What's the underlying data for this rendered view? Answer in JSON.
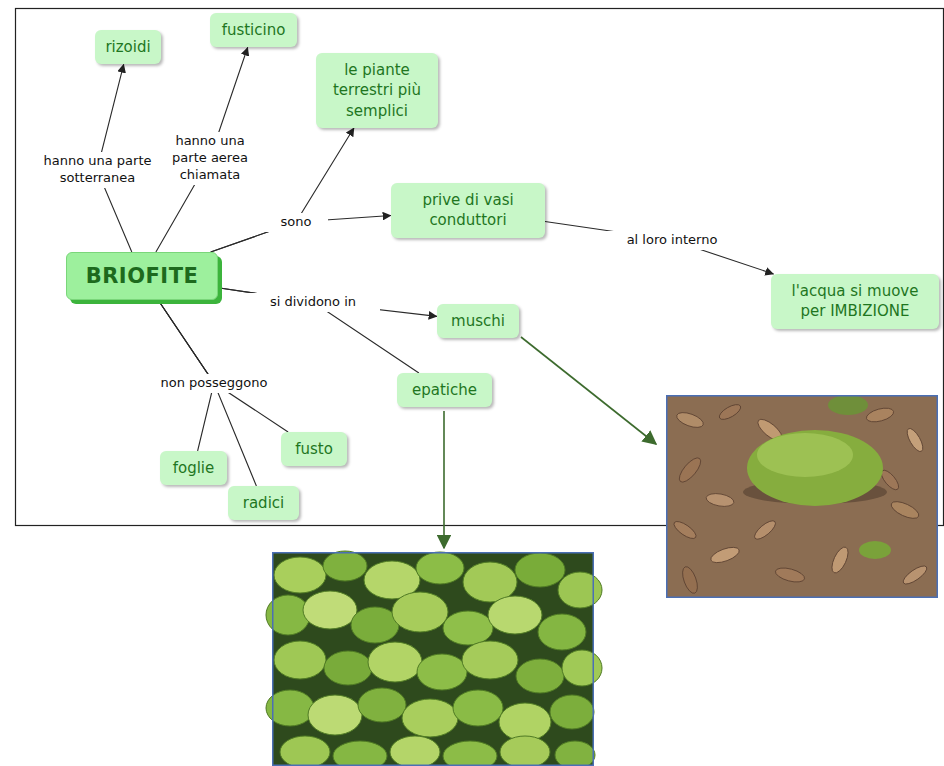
{
  "diagram": {
    "nodes": [
      {
        "text": [
          "BRIOFITE"
        ]
      },
      {
        "text": [
          "rizoidi"
        ]
      },
      {
        "text": [
          "fusticino"
        ]
      },
      {
        "text": [
          "le piante terrestri più semplici"
        ]
      },
      {
        "text": [
          "prive di vasi conduttori"
        ]
      },
      {
        "text": [
          "l'acqua si muove per IMBIZIONE"
        ]
      },
      {
        "text": [
          "muschi"
        ]
      },
      {
        "text": [
          "epatiche"
        ]
      },
      {
        "text": [
          "foglie"
        ]
      },
      {
        "text": [
          "radici"
        ]
      },
      {
        "text": [
          "fusto"
        ]
      }
    ],
    "edges": [
      {
        "from": 0,
        "to": 1,
        "label": "hanno una parte sotterranea",
        "arrow": "to"
      },
      {
        "from": 0,
        "to": 2,
        "label": "hanno una parte aerea chiamata",
        "arrow": "to"
      },
      {
        "from": 0,
        "to": 3,
        "label": "sono",
        "arrow": "to"
      },
      {
        "from": 0,
        "to": 4,
        "arrow": "to"
      },
      {
        "from": 4,
        "to": 5,
        "label": "al loro interno",
        "arrow": "to"
      },
      {
        "from": 0,
        "to": 6,
        "label": "si dividono in",
        "arrow": "to"
      },
      {
        "from": 0,
        "to": 7,
        "arrow": "none"
      },
      {
        "from": 0,
        "to": 8,
        "label": "non posseggono",
        "arrow": "none"
      },
      {
        "from": 0,
        "to": 9,
        "arrow": "none"
      },
      {
        "from": 0,
        "to": 10,
        "arrow": "none"
      }
    ]
  }
}
